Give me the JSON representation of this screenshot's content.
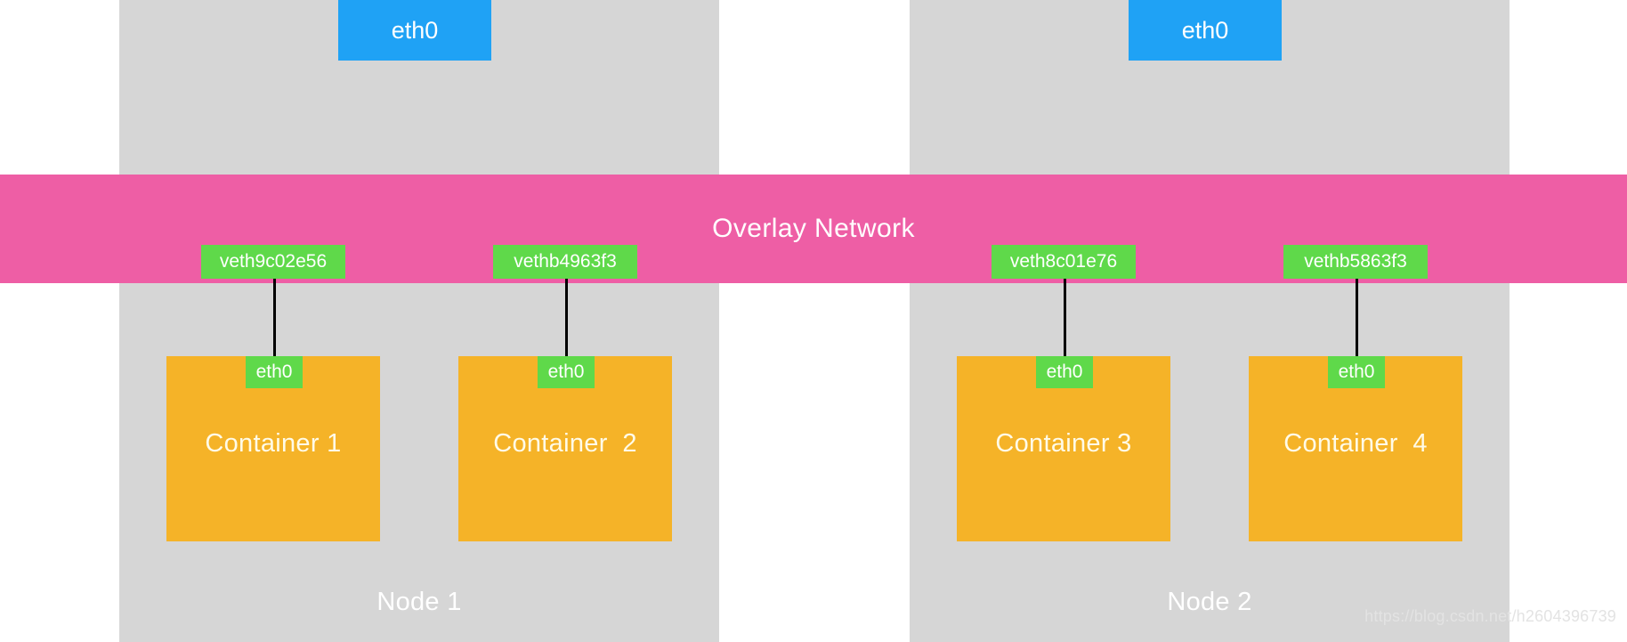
{
  "overlay": {
    "label": "Overlay Network",
    "color": "#ee5ea5"
  },
  "nodes": [
    {
      "label": "Node 1",
      "panel_color": "#d6d6d6",
      "host_interface": {
        "label": "eth0",
        "color": "#1fa2f5"
      },
      "veths": [
        {
          "label": "veth9c02e56",
          "color": "#5fd94a"
        },
        {
          "label": "vethb4963f3",
          "color": "#5fd94a"
        }
      ],
      "containers": [
        {
          "name": "Container 1",
          "interface": "eth0",
          "color": "#f5b328"
        },
        {
          "name": "Container  2",
          "interface": "eth0",
          "color": "#f5b328"
        }
      ]
    },
    {
      "label": "Node 2",
      "panel_color": "#d6d6d6",
      "host_interface": {
        "label": "eth0",
        "color": "#1fa2f5"
      },
      "veths": [
        {
          "label": "veth8c01e76",
          "color": "#5fd94a"
        },
        {
          "label": "vethb5863f3",
          "color": "#5fd94a"
        }
      ],
      "containers": [
        {
          "name": "Container 3",
          "interface": "eth0",
          "color": "#f5b328"
        },
        {
          "name": "Container  4",
          "interface": "eth0",
          "color": "#f5b328"
        }
      ]
    }
  ],
  "watermark": "https://blog.csdn.net/h2604396739"
}
